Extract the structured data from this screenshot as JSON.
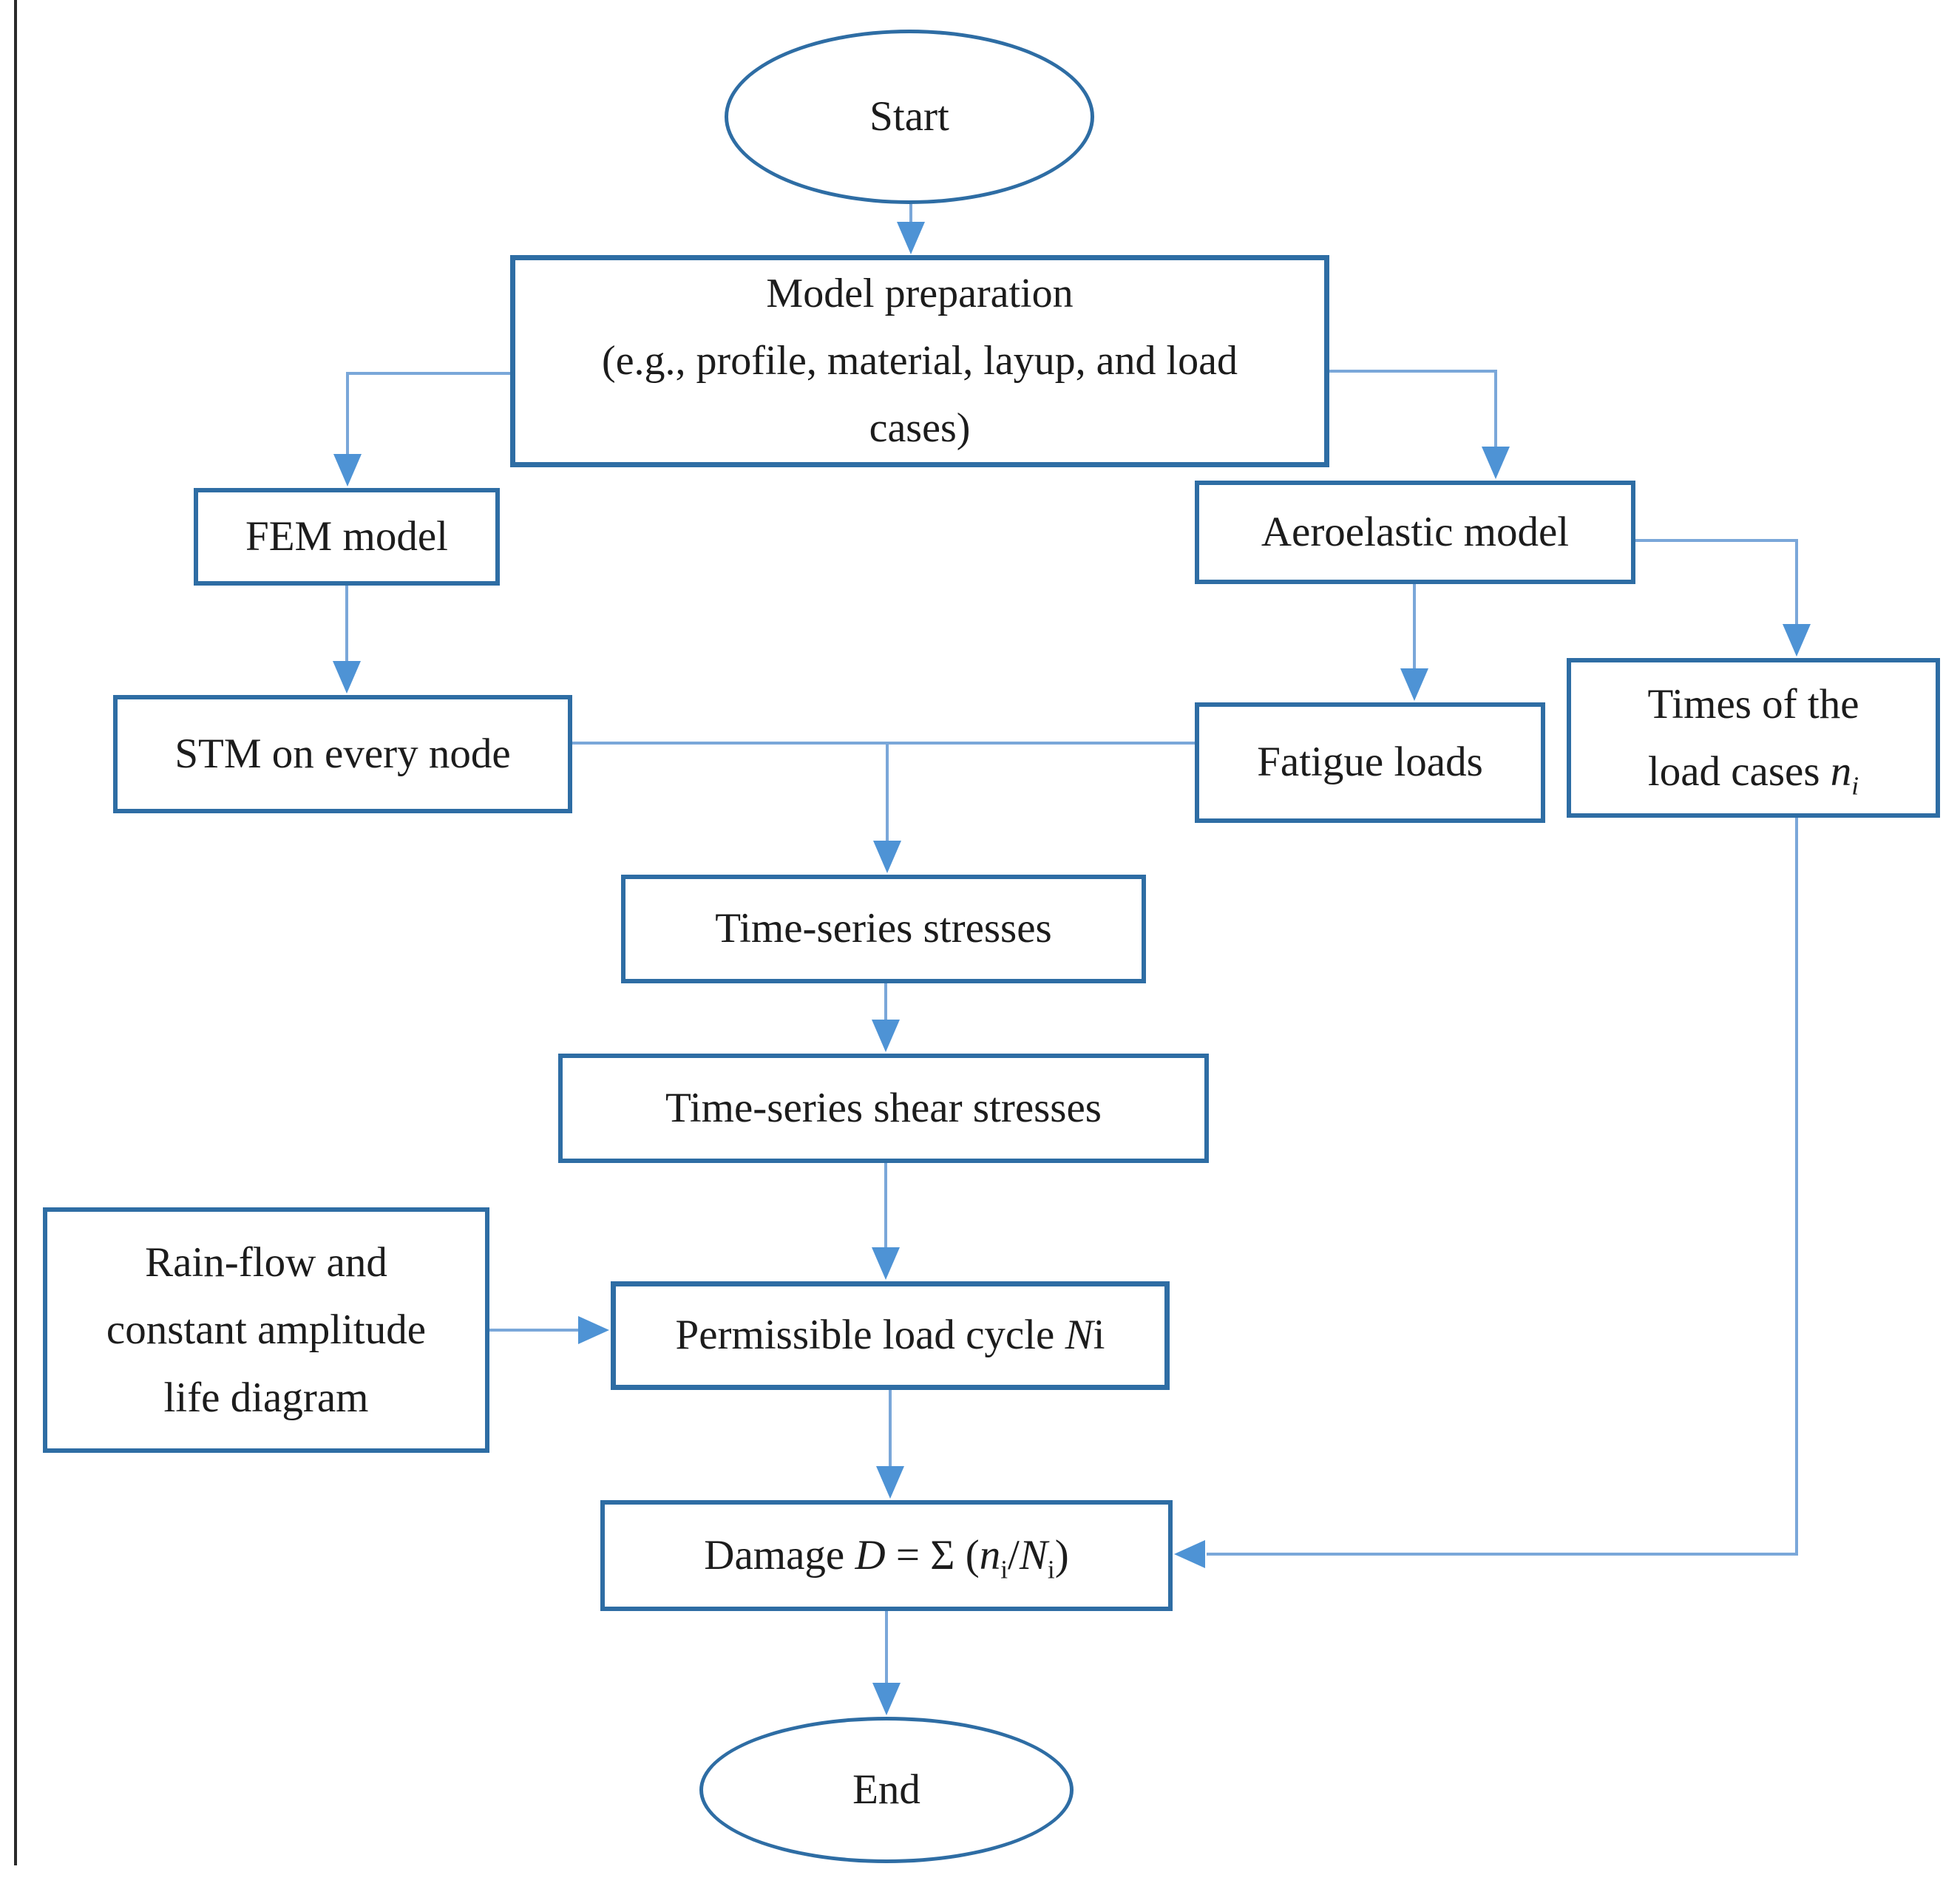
{
  "figure": {
    "type": "flowchart",
    "background": "#ffffff"
  },
  "colors": {
    "box_border": "#2e6da4",
    "connector": "#7aa7d9",
    "arrowhead": "#4e93d5",
    "text": "#1c1c1c",
    "left_rule": "#2b2b2b"
  },
  "nodes": {
    "start": {
      "label": "Start"
    },
    "model_prep": {
      "lines": [
        "Model preparation",
        "(e.g., profile, material, layup, and load",
        "cases)"
      ]
    },
    "fem": {
      "label": "FEM model"
    },
    "stm": {
      "label": "STM on every node"
    },
    "aero": {
      "label": "Aeroelastic model"
    },
    "fatigue": {
      "label": "Fatigue loads"
    },
    "times": {
      "line1": "Times of the",
      "line2_prefix": "load cases ",
      "line2_var": "n",
      "line2_sub": "i"
    },
    "ts_stresses": {
      "label": "Time-series stresses"
    },
    "ts_shear": {
      "label": "Time-series shear stresses"
    },
    "rainflow": {
      "lines": [
        "Rain-flow and",
        "constant amplitude",
        "life diagram"
      ]
    },
    "permissible": {
      "prefix": "Permissible load cycle ",
      "var": "N",
      "suffix": "i"
    },
    "damage": {
      "prefix": "Damage ",
      "d": "D",
      "equals": " = Σ (",
      "n": "n",
      "n_sub": "i",
      "slash": "/",
      "N": "N",
      "N_sub": "i",
      "close": ")"
    },
    "end": {
      "label": "End"
    }
  }
}
